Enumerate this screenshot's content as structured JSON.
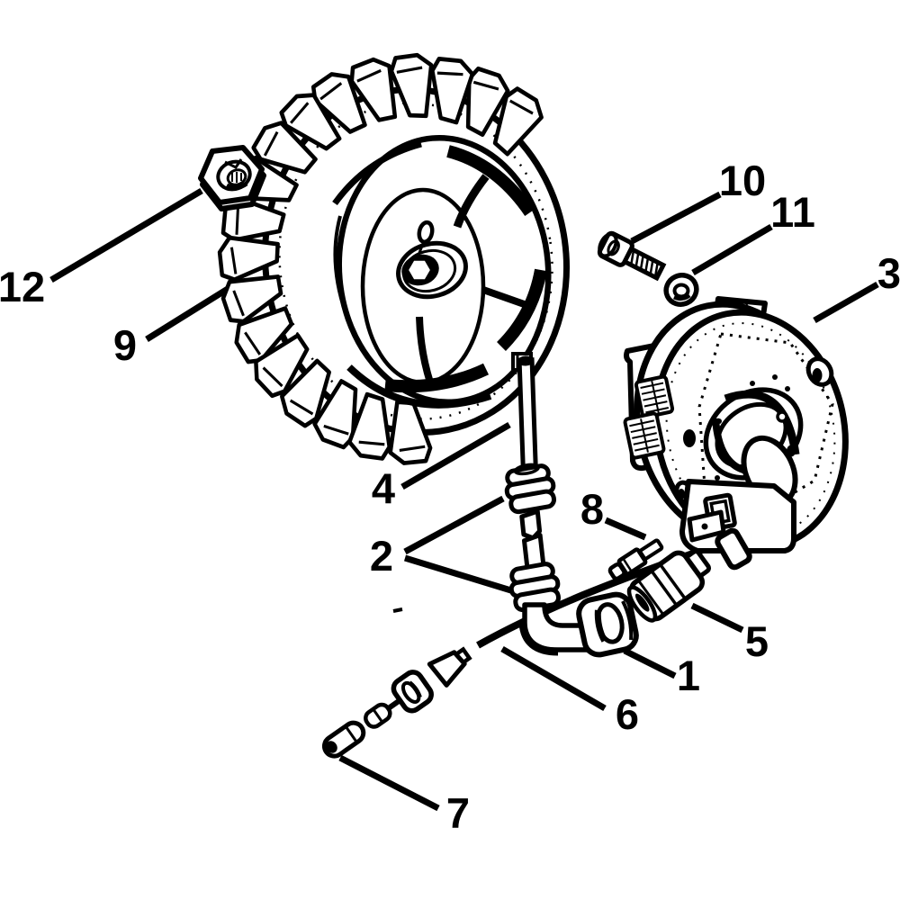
{
  "figure": {
    "type": "exploded-parts-diagram",
    "background_color": "#ffffff",
    "line_color": "#000000"
  },
  "callouts": [
    {
      "label": "1"
    },
    {
      "label": "2"
    },
    {
      "label": "3"
    },
    {
      "label": "4"
    },
    {
      "label": "5"
    },
    {
      "label": "6"
    },
    {
      "label": "7"
    },
    {
      "label": "8"
    },
    {
      "label": "9"
    },
    {
      "label": "10"
    },
    {
      "label": "11"
    },
    {
      "label": "12"
    }
  ]
}
